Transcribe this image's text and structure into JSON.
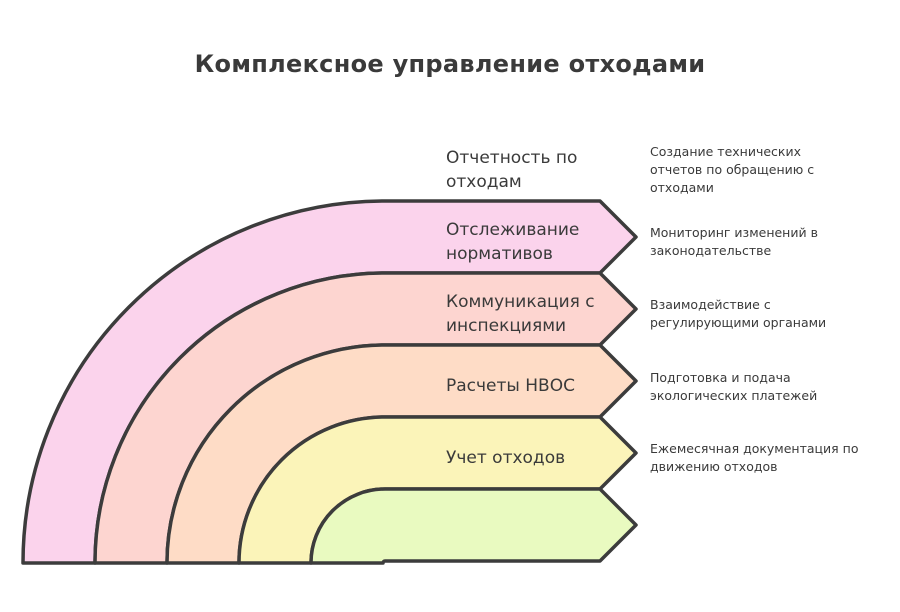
{
  "title": "Комплексное управление отходами",
  "layers": [
    {
      "label": "Отчетность по отходам",
      "description": "Создание технических отчетов по обращению с отходами",
      "color": "#fbd3ec"
    },
    {
      "label": "Отслеживание нормативов",
      "description": "Мониторинг изменений в законодательстве",
      "color": "#fdd5d0"
    },
    {
      "label": "Коммуникация с инспекциями",
      "description": "Взаимодействие с регулирующими органами",
      "color": "#fedcc6"
    },
    {
      "label": "Расчеты НВОС",
      "description": "Подготовка и подача экологических платежей",
      "color": "#fbf4b9"
    },
    {
      "label": "Учет отходов",
      "description": "Ежемесячная документация по движению отходов",
      "color": "#e9fac0"
    }
  ],
  "stroke_color": "#3c3c3c"
}
